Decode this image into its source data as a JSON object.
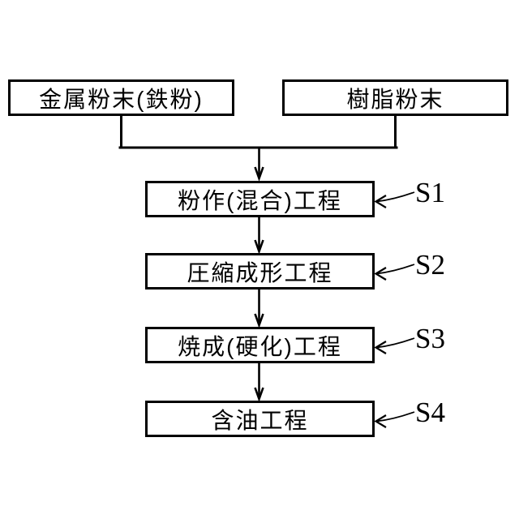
{
  "figure": {
    "background_color": "#ffffff",
    "line_color": "#000000",
    "input_boxes": [
      {
        "label": "金属粉末(鉄粉)"
      },
      {
        "label": "樹脂粉末"
      }
    ],
    "process_steps": [
      {
        "label": "粉作(混合)工程",
        "tag": "S1"
      },
      {
        "label": "圧縮成形工程",
        "tag": "S2"
      },
      {
        "label": "焼成(硬化)工程",
        "tag": "S3"
      },
      {
        "label": "含油工程",
        "tag": "S4"
      }
    ]
  }
}
